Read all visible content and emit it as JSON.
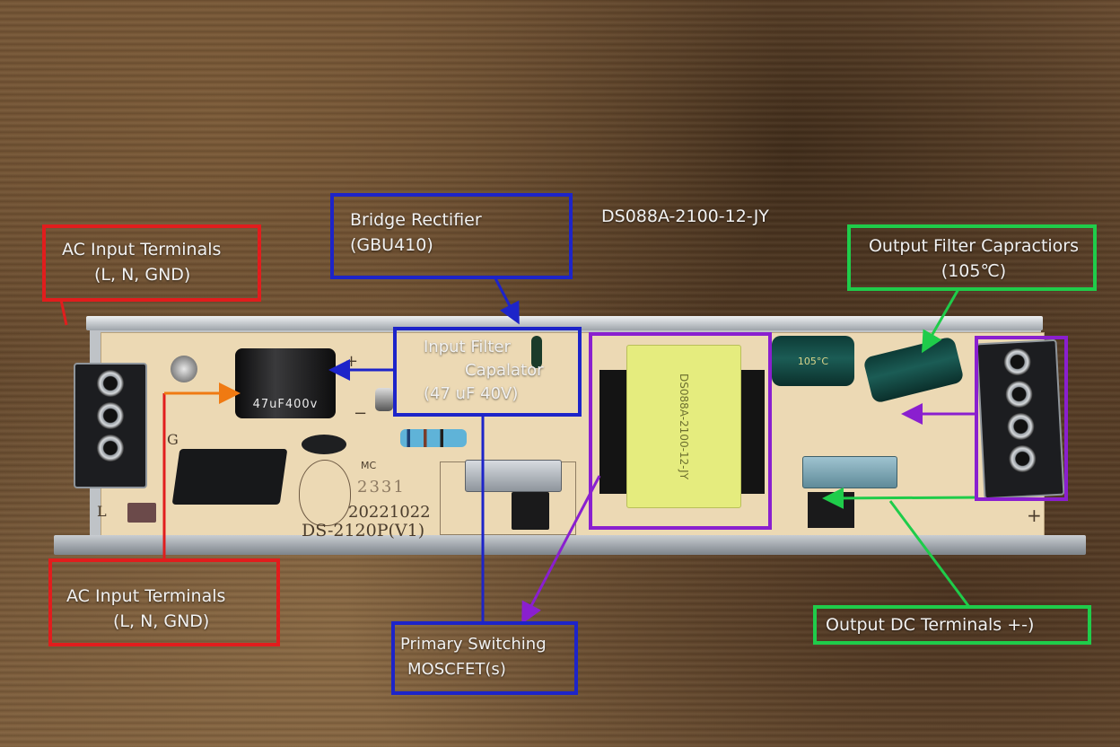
{
  "image": {
    "subject": "Disassembled LED driver / switching power supply PCB in aluminum enclosure, annotated",
    "model_label": "DS088A-2100-12-JY"
  },
  "annotations": {
    "ac_input_top": {
      "line1": "AC Input Terminals",
      "line2": "(L, N, GND)",
      "color": "#e11d1d"
    },
    "ac_input_bottom": {
      "line1": "AC Input Terminals",
      "line2": "(L, N, GND)",
      "color": "#e11d1d"
    },
    "bridge_rectifier": {
      "line1": "Bridge Rectifier",
      "line2": "(GBU410)",
      "color": "#1d24c9"
    },
    "input_filter": {
      "line1": "Input Filter",
      "line2": "Capalator",
      "line3": "(47 uF 40V)",
      "color": "#1d24c9"
    },
    "primary_switching": {
      "line1": "Primary Switching",
      "line2": "MOSCFET(s)",
      "color": "#1d24c9"
    },
    "output_filter": {
      "line1": "Output Filter Capractiors",
      "line2": "(105℃)",
      "color": "#1fcc4a"
    },
    "output_dc": {
      "line1": "Output DC Terminals  +-)",
      "color": "#1fcc4a"
    },
    "transformer_box_color": "#8a1fcf",
    "output_terminal_box_color": "#8a1fcf"
  },
  "pcb_silkscreen": {
    "board_name": "DS-2120P(V1)",
    "date_code": "20221022",
    "mc_label": "MC",
    "mc_number": "2331",
    "transformer_marking": "DS088A-2100-12-JY",
    "input_cap_marking": "47uF400v",
    "output_cap_marking": "105°C",
    "plus_sign": "+",
    "minus_sign": "−",
    "label_l": "L",
    "label_g": "G"
  }
}
